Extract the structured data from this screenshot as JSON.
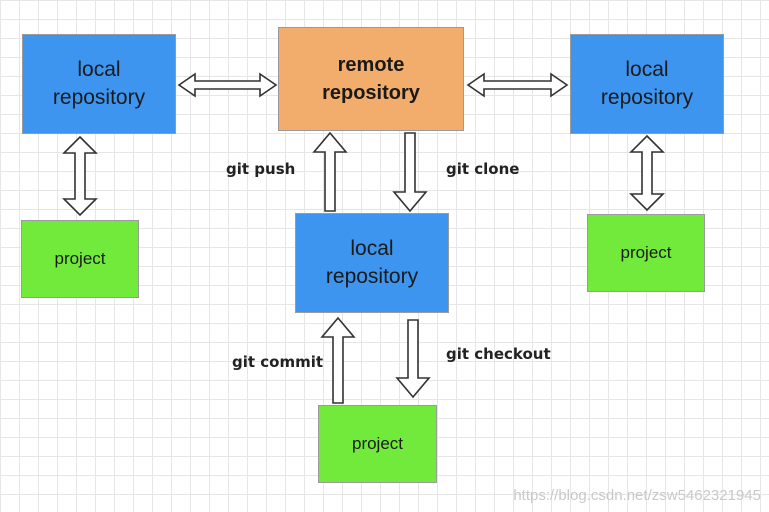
{
  "nodes": {
    "local_left": {
      "line1": "local",
      "line2": "repository"
    },
    "remote": {
      "line1": "remote",
      "line2": "repository"
    },
    "local_right": {
      "line1": "local",
      "line2": "repository"
    },
    "local_center": {
      "line1": "local",
      "line2": "repository"
    },
    "project_left": {
      "label": "project"
    },
    "project_right": {
      "label": "project"
    },
    "project_center": {
      "label": "project"
    }
  },
  "edges": {
    "push": "git push",
    "clone": "git clone",
    "commit": "git commit",
    "checkout": "git checkout"
  },
  "watermark": "https://blog.csdn.net/zsw5462321945",
  "colors": {
    "local": "#3d95f0",
    "remote": "#f2ac6b",
    "project": "#71ea3c"
  }
}
